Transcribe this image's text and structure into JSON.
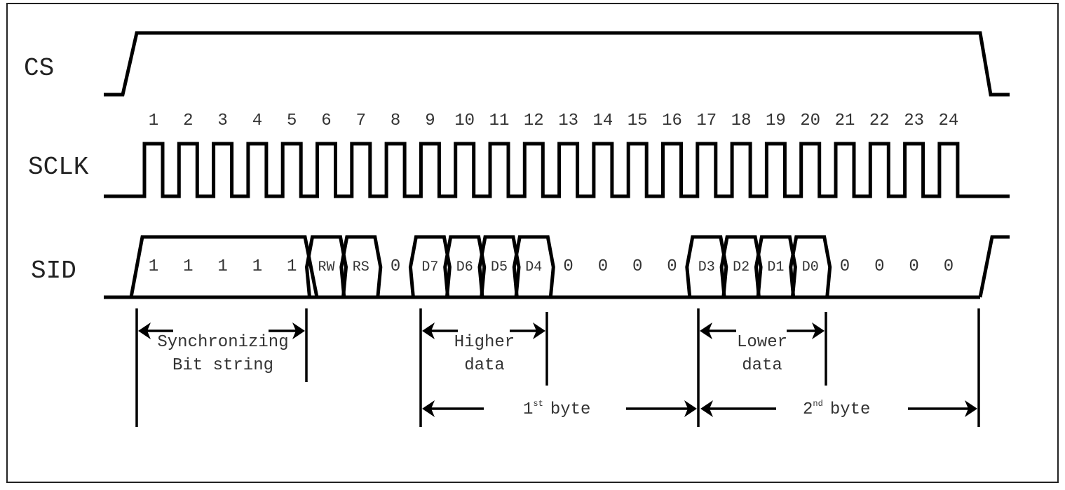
{
  "signals": {
    "cs": "CS",
    "sclk": "SCLK",
    "sid": "SID"
  },
  "clock_numbers": [
    "1",
    "2",
    "3",
    "4",
    "5",
    "6",
    "7",
    "8",
    "9",
    "10",
    "11",
    "12",
    "13",
    "14",
    "15",
    "16",
    "17",
    "18",
    "19",
    "20",
    "21",
    "22",
    "23",
    "24"
  ],
  "sid_bits": [
    {
      "label": "1",
      "kind": "sync"
    },
    {
      "label": "1",
      "kind": "sync"
    },
    {
      "label": "1",
      "kind": "sync"
    },
    {
      "label": "1",
      "kind": "sync"
    },
    {
      "label": "1",
      "kind": "sync"
    },
    {
      "label": "RW",
      "kind": "box"
    },
    {
      "label": "RS",
      "kind": "box"
    },
    {
      "label": "0",
      "kind": "zero"
    },
    {
      "label": "D7",
      "kind": "box"
    },
    {
      "label": "D6",
      "kind": "box"
    },
    {
      "label": "D5",
      "kind": "box"
    },
    {
      "label": "D4",
      "kind": "box"
    },
    {
      "label": "0",
      "kind": "zero"
    },
    {
      "label": "0",
      "kind": "zero"
    },
    {
      "label": "0",
      "kind": "zero"
    },
    {
      "label": "0",
      "kind": "zero"
    },
    {
      "label": "D3",
      "kind": "box"
    },
    {
      "label": "D2",
      "kind": "box"
    },
    {
      "label": "D1",
      "kind": "box"
    },
    {
      "label": "D0",
      "kind": "box"
    },
    {
      "label": "0",
      "kind": "zero"
    },
    {
      "label": "0",
      "kind": "zero"
    },
    {
      "label": "0",
      "kind": "zero"
    },
    {
      "label": "0",
      "kind": "zero"
    }
  ],
  "annotations": {
    "sync_line1": "Synchronizing",
    "sync_line2": "Bit string",
    "higher_line1": "Higher",
    "higher_line2": "data",
    "lower_line1": "Lower",
    "lower_line2": "data",
    "first_byte_num": "1",
    "first_byte_sup": "st",
    "first_byte_word": "byte",
    "second_byte_num": "2",
    "second_byte_sup": "nd",
    "second_byte_word": "byte"
  }
}
